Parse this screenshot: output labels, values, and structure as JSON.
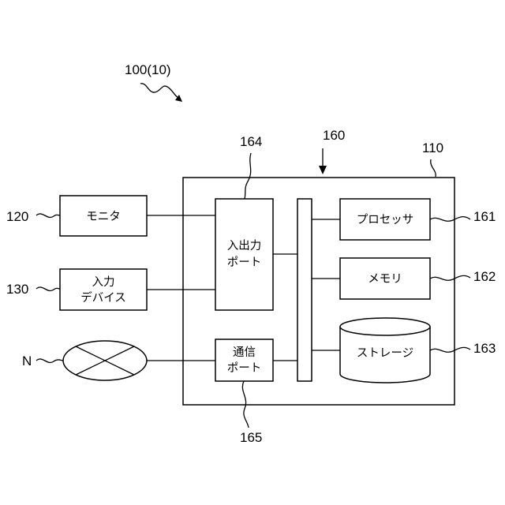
{
  "figure": {
    "label": "100(10)",
    "refs": {
      "system": "110",
      "monitor": "120",
      "input_device": "130",
      "bus": "160",
      "processor": "161",
      "memory": "162",
      "storage": "163",
      "io_port": "164",
      "comm_port": "165",
      "network": "N"
    },
    "boxes": {
      "monitor": "モニタ",
      "input_device_line1": "入力",
      "input_device_line2": "デバイス",
      "io_port_line1": "入出力",
      "io_port_line2": "ポート",
      "comm_port_line1": "通信",
      "comm_port_line2": "ポート",
      "processor": "プロセッサ",
      "memory": "メモリ",
      "storage": "ストレージ"
    }
  }
}
